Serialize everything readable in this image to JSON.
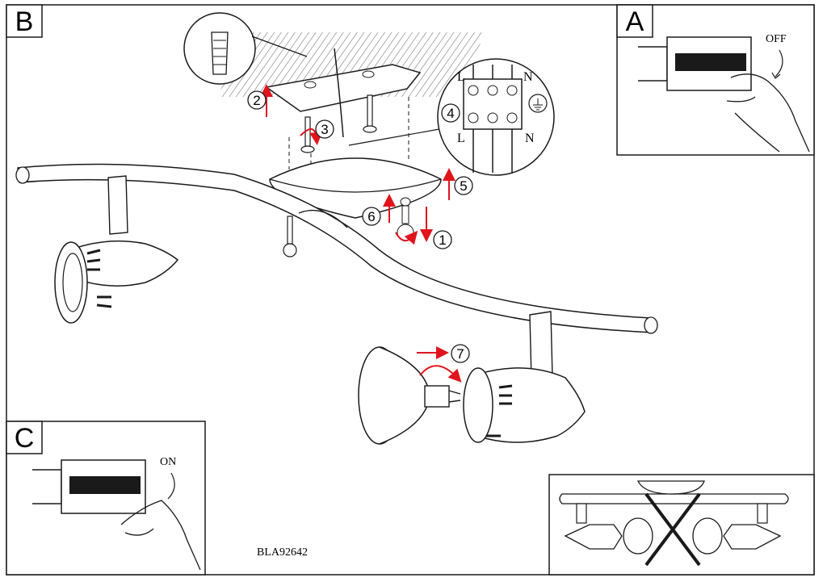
{
  "panels": {
    "main_label": "B",
    "off_label": "A",
    "on_label": "C"
  },
  "switch_labels": {
    "off": "OFF",
    "on": "ON"
  },
  "terminal": {
    "left_top": "L",
    "right_top": "N",
    "left_bottom": "L",
    "right_bottom": "N"
  },
  "steps": [
    "1",
    "2",
    "3",
    "4",
    "5",
    "6",
    "7"
  ],
  "model_code": "BLA92642",
  "colors": {
    "line": "#1a1a1a",
    "arrow": "#e0141c",
    "hatch": "#555555"
  }
}
